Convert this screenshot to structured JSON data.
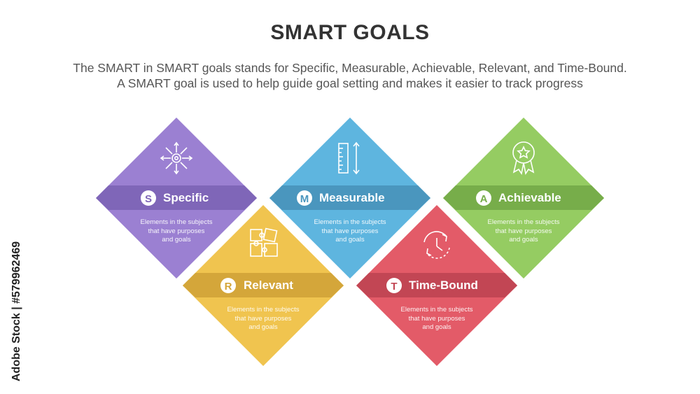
{
  "title": "SMART GOALS",
  "subtitle_line1": "The SMART in SMART goals stands for Specific, Measurable, Achievable, Relevant, and Time-Bound.",
  "subtitle_line2": "A SMART goal is used to help guide goal setting and makes it easier to track progress",
  "watermark": "Adobe Stock | #579962469",
  "items": [
    {
      "letter": "S",
      "title": "Specific",
      "body_line1": "Elements in the subjects",
      "body_line2": "that have purposes",
      "body_line3": "and goals",
      "color": "#9B80D2",
      "band_color": "#7F66B8",
      "icon": "starburst-icon"
    },
    {
      "letter": "R",
      "title": "Relevant",
      "body_line1": "Elements in the subjects",
      "body_line2": "that have purposes",
      "body_line3": "and goals",
      "color": "#F0C44F",
      "band_color": "#D4A63A",
      "icon": "puzzle-icon"
    },
    {
      "letter": "M",
      "title": "Measurable",
      "body_line1": "Elements in the subjects",
      "body_line2": "that have purposes",
      "body_line3": "and goals",
      "color": "#5EB5DF",
      "band_color": "#4A96BE",
      "icon": "ruler-icon"
    },
    {
      "letter": "T",
      "title": "Time-Bound",
      "body_line1": "Elements in the subjects",
      "body_line2": "that have purposes",
      "body_line3": "and goals",
      "color": "#E35B68",
      "band_color": "#C24654",
      "icon": "clock-cycle-icon"
    },
    {
      "letter": "A",
      "title": "Achievable",
      "body_line1": "Elements in the subjects",
      "body_line2": "that have purposes",
      "body_line3": "and goals",
      "color": "#95CC62",
      "band_color": "#77AD4A",
      "icon": "award-icon"
    }
  ]
}
